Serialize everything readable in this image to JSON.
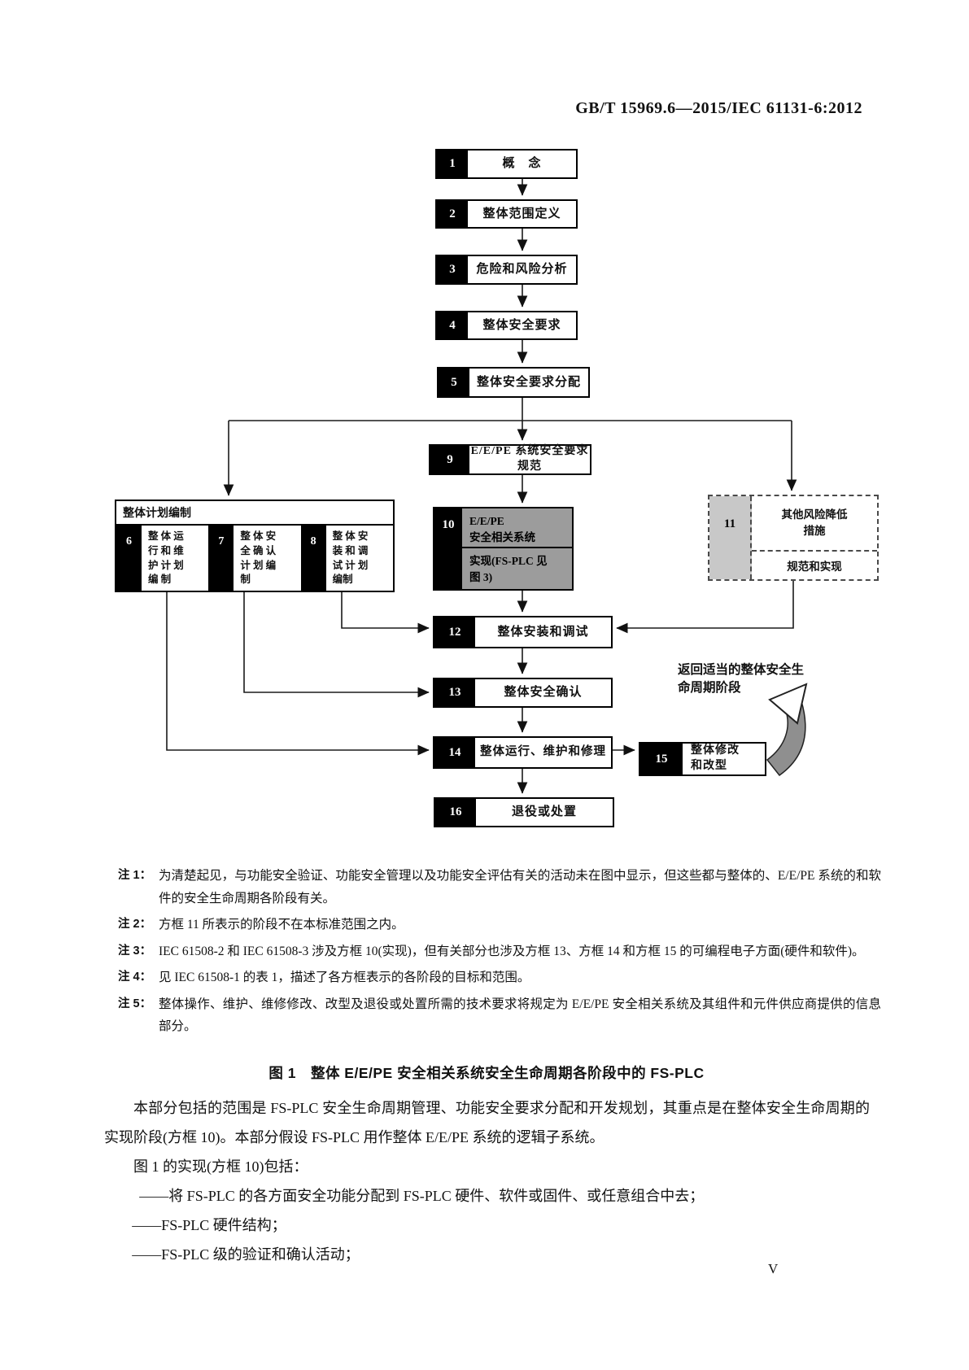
{
  "page": {
    "header": "GB/T 15969.6—2015/IEC 61131-6:2012",
    "page_number": "V"
  },
  "colors": {
    "box10_fill": "#9c9c9c",
    "box11_cell_fill": "#c8c8c8",
    "swoosh_fill": "#8f8f8f",
    "box_number_bg": "#000000"
  },
  "flowchart": {
    "boxes": {
      "b1": {
        "num": "1",
        "label": "概　念"
      },
      "b2": {
        "num": "2",
        "label": "整体范围定义"
      },
      "b3": {
        "num": "3",
        "label": "危险和风险分析"
      },
      "b4": {
        "num": "4",
        "label": "整体安全要求"
      },
      "b5": {
        "num": "5",
        "label": "整体安全要求分配"
      },
      "b9": {
        "num": "9",
        "label": "E/E/PE 系统安全要求规范"
      },
      "b10": {
        "num": "10",
        "label_top": "E/E/PE\n安全相关系统",
        "label_bottom": "实现(FS-PLC 见\n图 3)"
      },
      "b11": {
        "num": "11",
        "label_top": "其他风险降低\n措施",
        "label_bottom": "规范和实现"
      },
      "b12": {
        "num": "12",
        "label": "整体安装和调试"
      },
      "b13": {
        "num": "13",
        "label": "整体安全确认"
      },
      "b14": {
        "num": "14",
        "label": "整体运行、维护和修理"
      },
      "b15": {
        "num": "15",
        "label": "整体修改\n和改型"
      },
      "b16": {
        "num": "16",
        "label": "退役或处置"
      }
    },
    "planning": {
      "title": "整体计划编制",
      "b6": {
        "num": "6",
        "label": "整 体 运\n行 和 维\n护 计 划\n编 制"
      },
      "b7": {
        "num": "7",
        "label": "整 体 安\n全 确 认\n计 划 编\n制"
      },
      "b8": {
        "num": "8",
        "label": "整 体 安\n装 和 调\n试 计 划\n编制"
      }
    },
    "return_note": "返回适当的整体安全生\n命周期阶段"
  },
  "notes": [
    {
      "label": "注 1：",
      "text": "为清楚起见，与功能安全验证、功能安全管理以及功能安全评估有关的活动未在图中显示，但这些都与整体的、E/E/PE 系统的和软件的安全生命周期各阶段有关。"
    },
    {
      "label": "注 2：",
      "text": "方框 11 所表示的阶段不在本标准范围之内。"
    },
    {
      "label": "注 3：",
      "text": "IEC 61508-2 和 IEC 61508-3 涉及方框 10(实现)，但有关部分也涉及方框 13、方框 14 和方框 15 的可编程电子方面(硬件和软件)。"
    },
    {
      "label": "注 4：",
      "text": "见 IEC 61508-1 的表 1，描述了各方框表示的各阶段的目标和范围。"
    },
    {
      "label": "注 5：",
      "text": "整体操作、维护、维修修改、改型及退役或处置所需的技术要求将规定为 E/E/PE 安全相关系统及其组件和元件供应商提供的信息部分。"
    }
  ],
  "figure_caption": "图 1　整体 E/E/PE 安全相关系统安全生命周期各阶段中的 FS-PLC",
  "body": {
    "paragraph1": "本部分包括的范围是 FS-PLC 安全生命周期管理、功能安全要求分配和开发规划，其重点是在整体安全生命周期的实现阶段(方框 10)。本部分假设 FS-PLC 用作整体 E/E/PE 系统的逻辑子系统。",
    "paragraph2": "图 1 的实现(方框 10)包括：",
    "bullets": [
      "——将 FS-PLC 的各方面安全功能分配到 FS-PLC 硬件、软件或固件、或任意组合中去；",
      "——FS-PLC 硬件结构；",
      "——FS-PLC 级的验证和确认活动；"
    ]
  }
}
